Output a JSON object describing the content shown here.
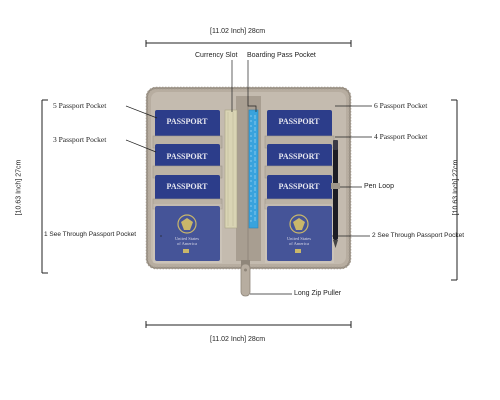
{
  "dimensions": {
    "width_top": "[11.02 Inch] 28cm",
    "width_bottom": "[11.02 Inch] 28cm",
    "height_left": "[10.63 Inch] 27cm",
    "height_right": "[10.63 Inch] 27cm"
  },
  "callouts": {
    "currency_slot": "Currency Slot",
    "boarding_pass_pocket": "Boarding Pass Pocket",
    "pocket_5": "5 Passport Pocket",
    "pocket_3": "3 Passport Pocket",
    "pocket_1": "1 See Through Passport Pocket",
    "pocket_6": "6 Passport Pocket",
    "pocket_4": "4 Passport Pocket",
    "pocket_2": "2 See Through Passport Pocket",
    "pen_loop": "Pen Loop",
    "zip_puller": "Long Zip Puller"
  },
  "passport": {
    "word": "PASSPORT",
    "country_line1": "United States",
    "country_line2": "of America"
  },
  "colors": {
    "organizer": "#b7ada0",
    "organizer_dark": "#8f867a",
    "passport": "#2c3d8a",
    "passport_dark": "#1e2b66",
    "boarding": "#39a3dd",
    "currency": "#d9d4b4"
  }
}
